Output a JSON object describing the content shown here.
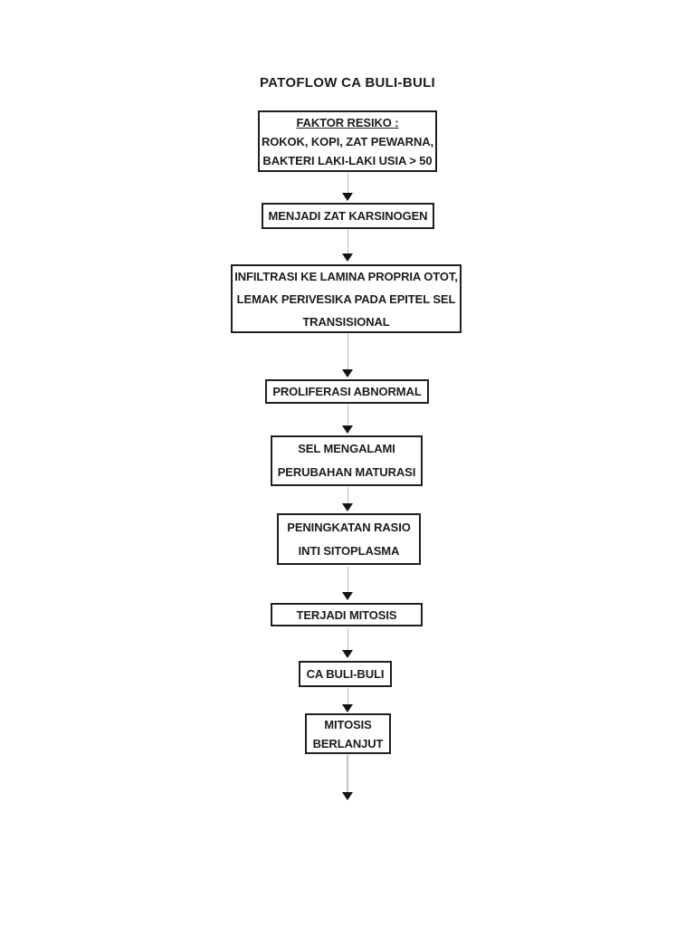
{
  "page": {
    "title": "PATOFLOW CA BULI-BULI",
    "background": "#ffffff"
  },
  "flowchart": {
    "box_border_color": "#1f1f1f",
    "text_color": "#1c1c1c",
    "arrow_line_color": "#b8b8b8",
    "arrowhead_color": "#141414",
    "nodes": [
      {
        "id": "faktor-resiko",
        "first_line_underlined": true,
        "lines": [
          "FAKTOR RESIKO :",
          "ROKOK, KOPI, ZAT PEWARNA,",
          "BAKTERI LAKI-LAKI USIA > 50"
        ]
      },
      {
        "id": "menjadi-zat-karsinogen",
        "lines": [
          "MENJADI ZAT KARSINOGEN"
        ]
      },
      {
        "id": "infiltrasi-lamina-propria",
        "lines": [
          "INFILTRASI KE LAMINA PROPRIA OTOT,",
          "LEMAK PERIVESIKA PADA EPITEL SEL",
          "TRANSISIONAL"
        ]
      },
      {
        "id": "proliferasi-abnormal",
        "lines": [
          "PROLIFERASI ABNORMAL"
        ]
      },
      {
        "id": "sel-mengalami-perubahan-maturasi",
        "lines": [
          "SEL MENGALAMI",
          "PERUBAHAN MATURASI"
        ]
      },
      {
        "id": "peningkatan-rasio-inti-sitoplasma",
        "lines": [
          "PENINGKATAN RASIO",
          "INTI SITOPLASMA"
        ]
      },
      {
        "id": "terjadi-mitosis",
        "lines": [
          "TERJADI MITOSIS"
        ]
      },
      {
        "id": "ca-buli-buli",
        "lines": [
          "CA BULI-BULI"
        ]
      },
      {
        "id": "mitosis-berlanjut",
        "lines": [
          "MITOSIS",
          "BERLANJUT"
        ]
      }
    ]
  }
}
